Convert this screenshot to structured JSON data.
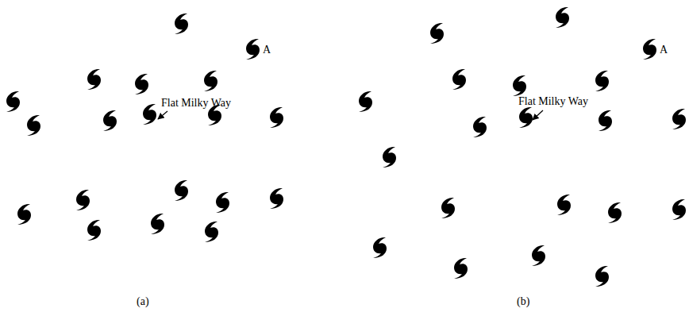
{
  "diagram": {
    "labels": [
      "Flat Milky Way",
      "A",
      "(a)",
      "Flat Milky Way",
      "A",
      "(b)"
    ]
  }
}
